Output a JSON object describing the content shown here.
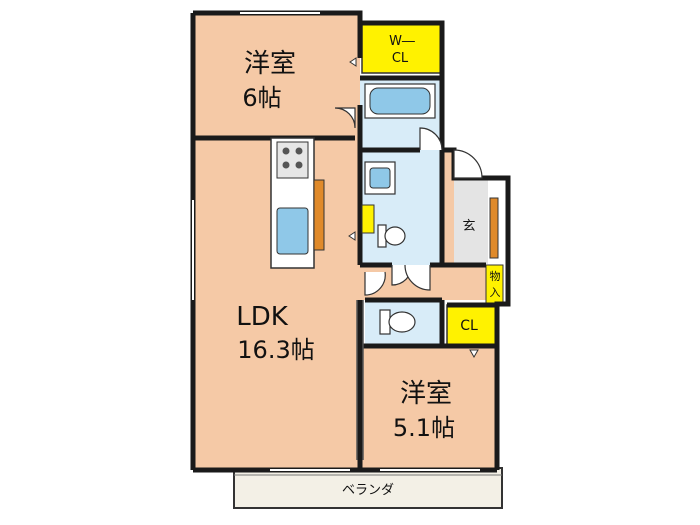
{
  "rooms": {
    "western1": {
      "name": "洋室",
      "size": "6帖"
    },
    "ldk": {
      "name": "LDK",
      "size": "16.3帖"
    },
    "western2": {
      "name": "洋室",
      "size": "5.1帖"
    },
    "wcl": {
      "line1": "W―",
      "line2": "CL"
    },
    "cl": {
      "label": "CL"
    },
    "entrance": {
      "label": "玄"
    },
    "storage": {
      "line1": "物",
      "line2": "入"
    },
    "balcony": {
      "label": "ベランダ"
    }
  },
  "colors": {
    "room": "#f5c9a6",
    "wet": "#d8ecf8",
    "closet": "#fff200",
    "entrance": "#e4e4e4",
    "balcony": "#f3f0e6",
    "wall": "#1a1a1a",
    "counter": "#8fc8e8",
    "wood": "#e08a2a"
  }
}
